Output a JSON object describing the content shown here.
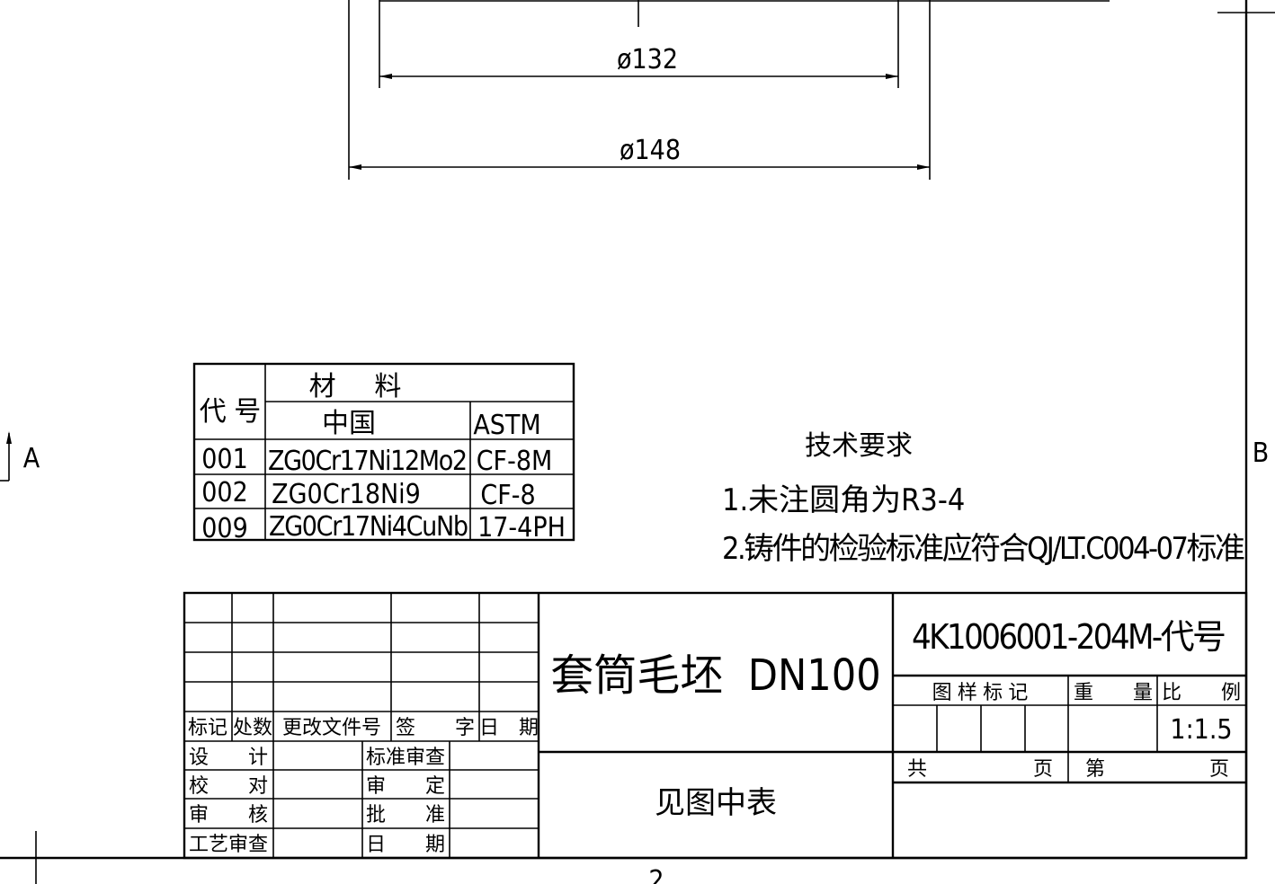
{
  "dimensions": {
    "d132": "ø132",
    "d148": "ø148"
  },
  "markers": {
    "left": "A",
    "right": "B",
    "bottom": "2"
  },
  "material_table": {
    "code_header": "代 号",
    "material_header": "材     料",
    "china_header": "中国",
    "astm_header": "ASTM",
    "rows": [
      {
        "code": "001",
        "china": "ZG0Cr17Ni12Mo2",
        "astm": "CF-8M"
      },
      {
        "code": "002",
        "china": "ZG0Cr18Ni9",
        "astm": "CF-8"
      },
      {
        "code": "009",
        "china": "ZG0Cr17Ni4CuNb",
        "astm": "17-4PH"
      }
    ]
  },
  "tech_requirements": {
    "title": "技术要求",
    "items": [
      "1.未注圆角为R3-4",
      "2.铸件的检验标准应符合QJ/LT.C004-07标准"
    ]
  },
  "title_block": {
    "revision_headers": [
      "标记",
      "处数",
      "更改文件号",
      "签　　字",
      "日　期"
    ],
    "sign_left": [
      "设　　计",
      "校　　对",
      "审　　核",
      "工艺审查"
    ],
    "sign_right": [
      "标准审查",
      "审　　定",
      "批　　准",
      "日　　期"
    ],
    "part_name": "套筒毛坯  DN100",
    "material_note": "见图中表",
    "drawing_number": "4K1006001-204M-代号",
    "sample_mark_label": "图 样 标 记",
    "weight_label": "重　　量",
    "scale_label": "比　　例",
    "scale_value": "1:1.5",
    "total_label": "共",
    "page_label": "页",
    "sheet_label": "第",
    "sheet_page_label": "页"
  }
}
